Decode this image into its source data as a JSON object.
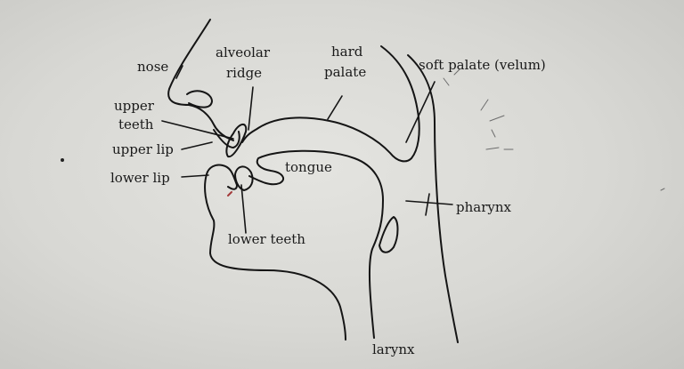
{
  "labels": {
    "nose": "nose",
    "alveolar_ridge_line1": "alveolar",
    "alveolar_ridge_line2": "ridge",
    "hard_palate_line1": "hard",
    "hard_palate_line2": "palate",
    "soft_palate": "soft palate (velum)",
    "upper_teeth_line1": "upper",
    "upper_teeth_line2": "teeth",
    "upper_lip": "upper lip",
    "lower_lip": "lower lip",
    "tongue": "tongue",
    "pharynx": "pharynx",
    "lower_teeth": "lower teeth",
    "larynx": "larynx"
  }
}
